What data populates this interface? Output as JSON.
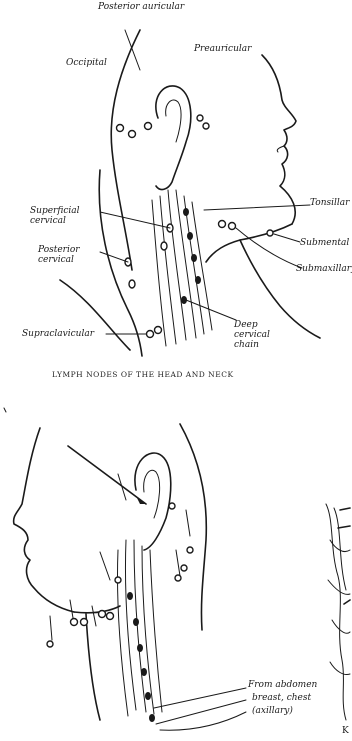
{
  "top_figure": {
    "labels": {
      "posterior_auricular": "Posterior auricular",
      "occipital": "Occipital",
      "preauricular": "Preauricular",
      "superficial_cervical": "Superficial cervical",
      "posterior_cervical": "Posterior cervical",
      "tonsillar": "Tonsillar",
      "submental": "Submental",
      "submandibular": "Submaxillary",
      "supraclavicular": "Supraclavicular",
      "deep_cervical_chain": "Deep cervical chain"
    },
    "caption": "LYMPH NODES OF THE HEAD AND NECK"
  },
  "bottom_figure": {
    "labels": {
      "from_abdomen": "From abdomen",
      "breast_chest": "breast, chest",
      "axillary": "(axillary)",
      "partial_letter": "K"
    }
  }
}
